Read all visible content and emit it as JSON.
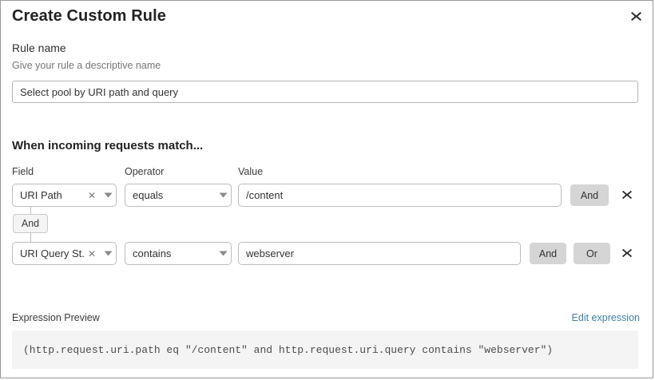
{
  "dialog": {
    "title": "Create Custom Rule",
    "close_icon": "close-icon"
  },
  "rule_name": {
    "label": "Rule name",
    "hint": "Give your rule a descriptive name",
    "value": "Select pool by URI path and query",
    "placeholder": ""
  },
  "conditions_section": {
    "heading": "When incoming requests match...",
    "columns": {
      "field": "Field",
      "operator": "Operator",
      "value": "Value"
    },
    "group_operator": "And",
    "rows": [
      {
        "field": "URI Path",
        "field_clear_icon": "close-small-icon",
        "field_caret_icon": "chevron-down-icon",
        "operator": "equals",
        "operator_caret_icon": "chevron-down-icon",
        "value": "/content",
        "and_label": "And",
        "or_label": null,
        "remove_icon": "close-icon"
      },
      {
        "field": "URI Query St...",
        "field_clear_icon": "close-small-icon",
        "field_caret_icon": "chevron-down-icon",
        "operator": "contains",
        "operator_caret_icon": "chevron-down-icon",
        "value": "webserver",
        "and_label": "And",
        "or_label": "Or",
        "remove_icon": "close-icon"
      }
    ]
  },
  "expression_preview": {
    "label": "Expression Preview",
    "edit_link": "Edit expression",
    "expression": "(http.request.uri.path eq \"/content\" and http.request.uri.query contains \"webserver\")"
  },
  "colors": {
    "link": "#3e7fa8",
    "logic_button_bg": "#d5d5d5",
    "preview_bg": "#f4f4f4",
    "border": "#bdbdbd"
  }
}
